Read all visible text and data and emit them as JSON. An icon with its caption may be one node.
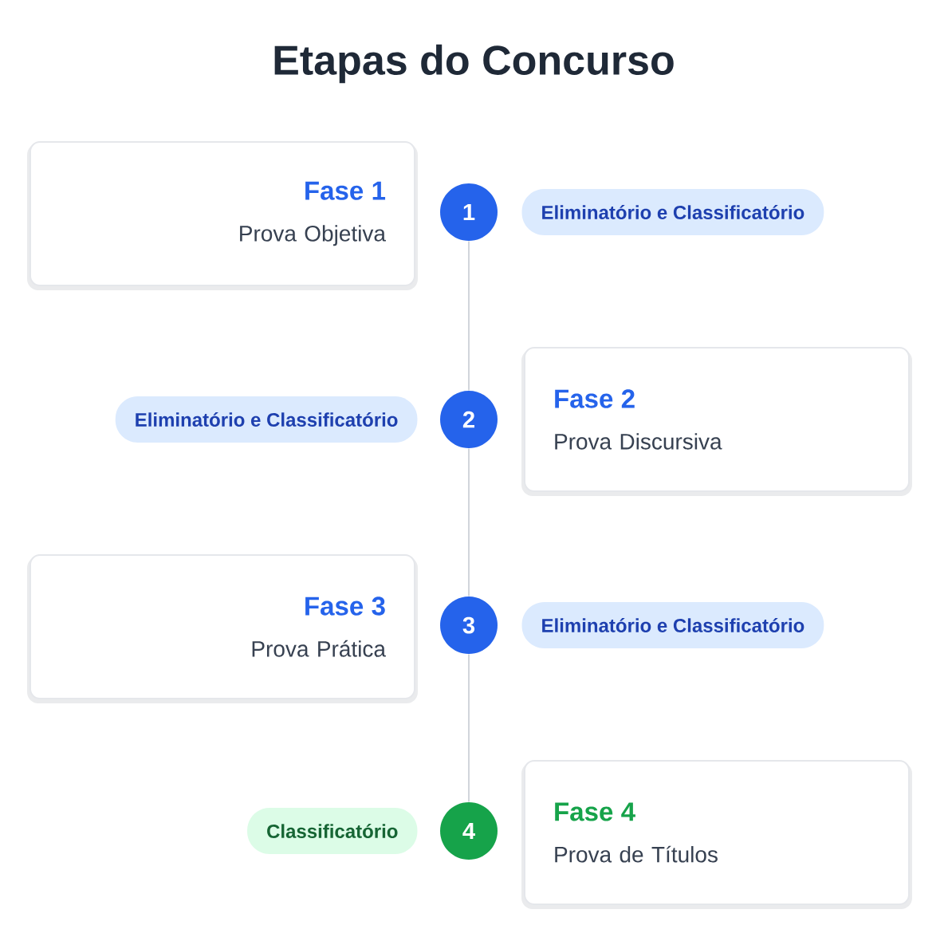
{
  "diagram": {
    "title": "Etapas do Concurso",
    "nodes": [
      {
        "text": [
          "Fase 1",
          "Prova Objetiva"
        ]
      },
      {
        "text": [
          "1"
        ]
      },
      {
        "text": [
          "Eliminatório e Classificatório"
        ]
      },
      {
        "text": [
          "Eliminatório e Classificatório"
        ]
      },
      {
        "text": [
          "2"
        ]
      },
      {
        "text": [
          "Fase 2",
          "Prova Discursiva"
        ]
      },
      {
        "text": [
          "Fase 3",
          "Prova Prática"
        ]
      },
      {
        "text": [
          "3"
        ]
      },
      {
        "text": [
          "Eliminatório e Classificatório"
        ]
      },
      {
        "text": [
          "Classificatório"
        ]
      },
      {
        "text": [
          "4"
        ]
      },
      {
        "text": [
          "Fase 4",
          "Prova de Títulos"
        ]
      }
    ],
    "edges": [
      {
        "from": 1,
        "to": 4,
        "arrow": "none"
      },
      {
        "from": 4,
        "to": 7,
        "arrow": "none"
      },
      {
        "from": 7,
        "to": 10,
        "arrow": "none"
      }
    ]
  }
}
